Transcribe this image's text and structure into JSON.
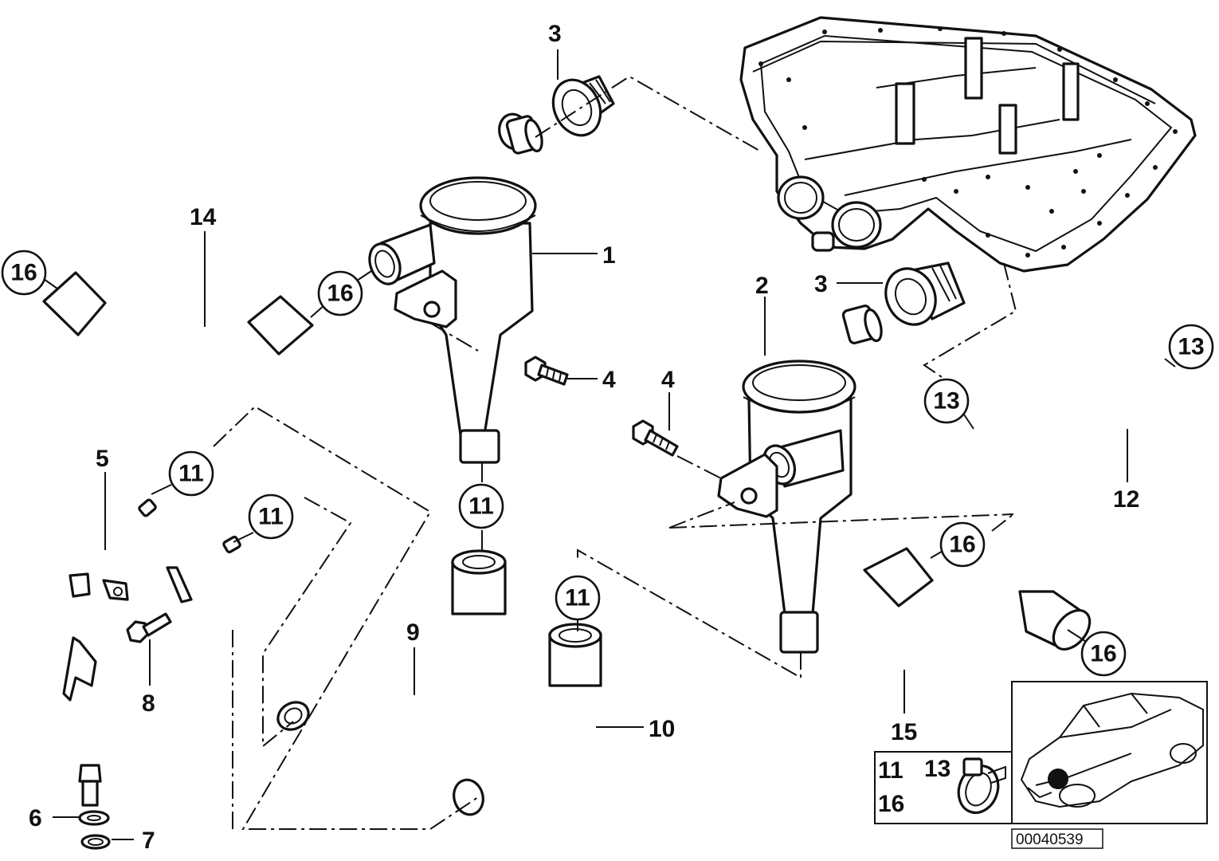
{
  "callouts": {
    "p1": "1",
    "p2": "2",
    "p3a": "3",
    "p3b": "3",
    "p4a": "4",
    "p4b": "4",
    "p5": "5",
    "p6": "6",
    "p7": "7",
    "p8": "8",
    "p9": "9",
    "p10": "10",
    "p12": "12",
    "p14": "14",
    "p15": "15"
  },
  "circled": {
    "c16_left": "16",
    "c16_mid": "16",
    "c16_right_top": "16",
    "c16_right_bottom": "16",
    "c11_a": "11",
    "c11_b": "11",
    "c11_c": "11",
    "c11_d": "11",
    "c13_a": "13",
    "c13_b": "13"
  },
  "legend": {
    "n11": "11",
    "n13": "13",
    "n16": "16"
  },
  "image_id": "00040539"
}
